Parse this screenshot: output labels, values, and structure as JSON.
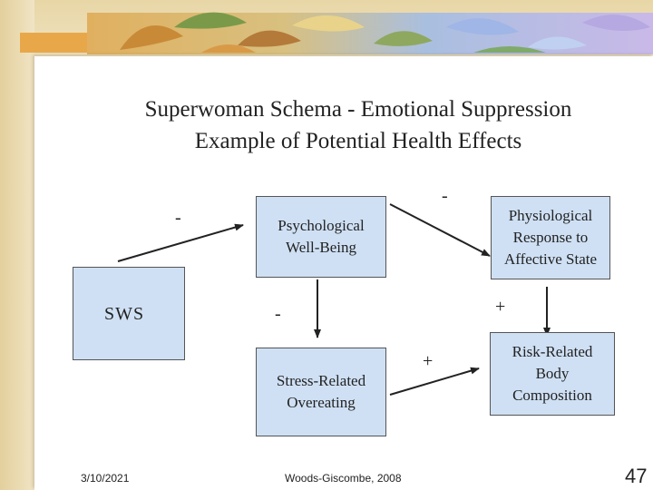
{
  "title": {
    "line1": "Superwoman Schema - Emotional Suppression",
    "line2": "Example of Potential Health Effects"
  },
  "nodes": {
    "sws": "SWS",
    "psych": [
      "Psychological",
      "Well-Being"
    ],
    "physio": [
      "Physiological",
      "Response to",
      "Affective State"
    ],
    "stress": [
      "Stress-Related",
      "Overeating"
    ],
    "risk": [
      "Risk-Related",
      "Body",
      "Composition"
    ]
  },
  "signs": {
    "sws_to_psych": "-",
    "psych_to_physio": "-",
    "psych_to_stress": "-",
    "physio_to_risk": "+",
    "stress_to_risk": "+"
  },
  "footer": {
    "date": "3/10/2021",
    "source": "Woods-Giscombe, 2008",
    "page": "47"
  }
}
